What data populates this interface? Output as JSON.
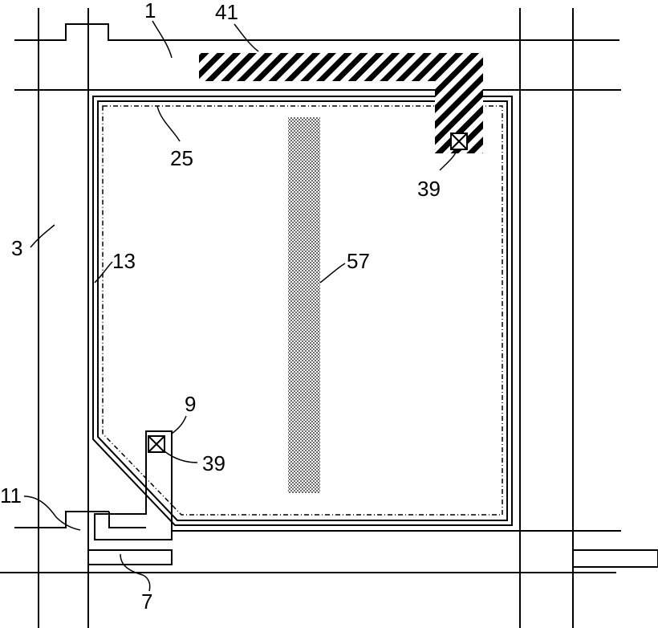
{
  "figure": {
    "labels": {
      "gate_line": "1",
      "source_line": "3",
      "capacitor_line": "7",
      "tft": "9",
      "drain_electrode": "11",
      "pixel_electrode": "13",
      "alignment_edge": "25",
      "contact_hole_top": "39",
      "contact_hole_bottom": "39",
      "hatched_pattern": "41",
      "dotted_strip": "57"
    }
  }
}
